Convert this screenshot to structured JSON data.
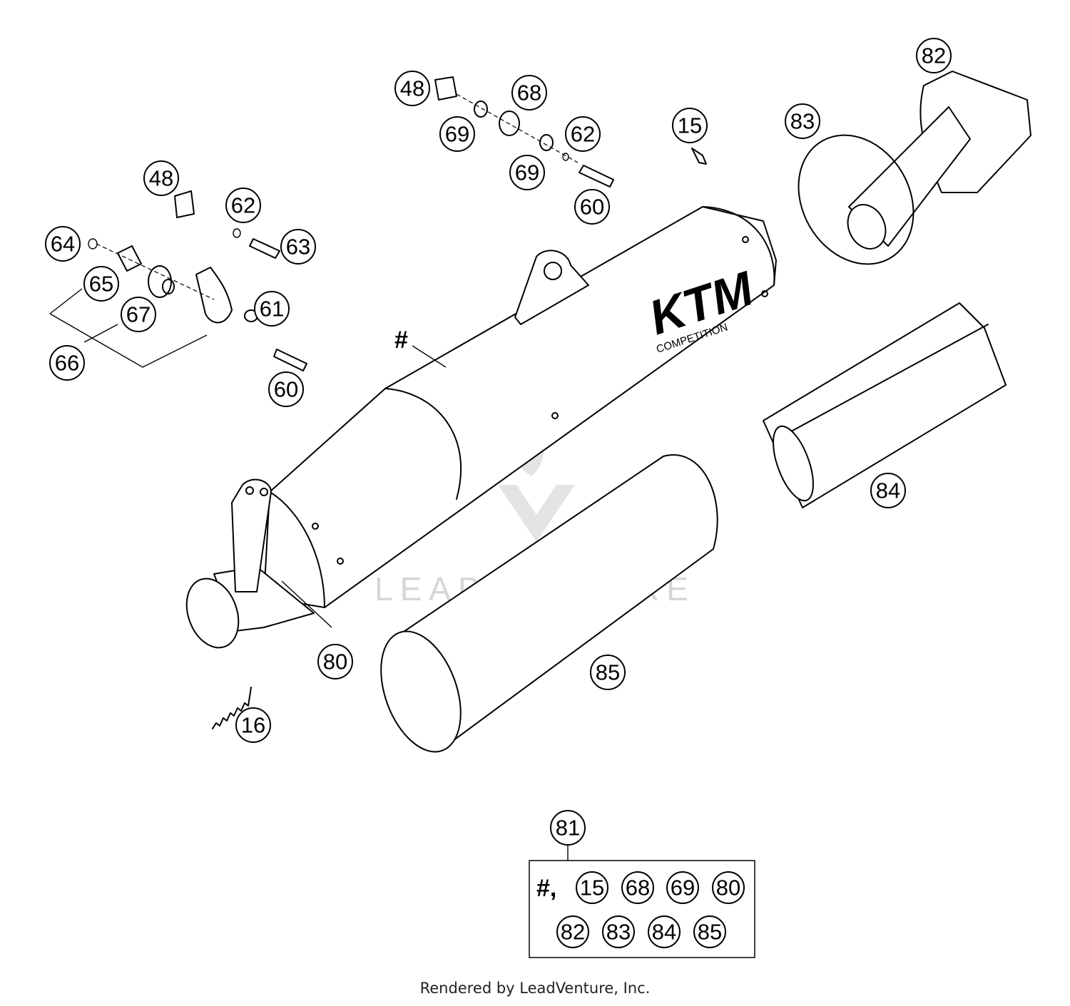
{
  "callouts": [
    {
      "label": "48"
    },
    {
      "label": "68"
    },
    {
      "label": "69"
    },
    {
      "label": "62"
    },
    {
      "label": "69"
    },
    {
      "label": "60"
    },
    {
      "label": "15"
    },
    {
      "label": "82"
    },
    {
      "label": "83"
    },
    {
      "label": "48"
    },
    {
      "label": "62"
    },
    {
      "label": "63"
    },
    {
      "label": "64"
    },
    {
      "label": "65"
    },
    {
      "label": "67"
    },
    {
      "label": "66"
    },
    {
      "label": "61"
    },
    {
      "label": "60"
    },
    {
      "label": "84"
    },
    {
      "label": "80"
    },
    {
      "label": "85"
    },
    {
      "label": "16"
    },
    {
      "label": "81"
    }
  ],
  "muffler": {
    "hash_label": "#",
    "brand_logo": "KTM",
    "brand_sub": "COMPETITION"
  },
  "kit_box": {
    "prefix": "#,",
    "row1": [
      "15",
      "68",
      "69",
      "80"
    ],
    "row2": [
      "82",
      "83",
      "84",
      "85"
    ]
  },
  "watermark": "LEADVENTURE",
  "footer": "Rendered by LeadVenture, Inc."
}
